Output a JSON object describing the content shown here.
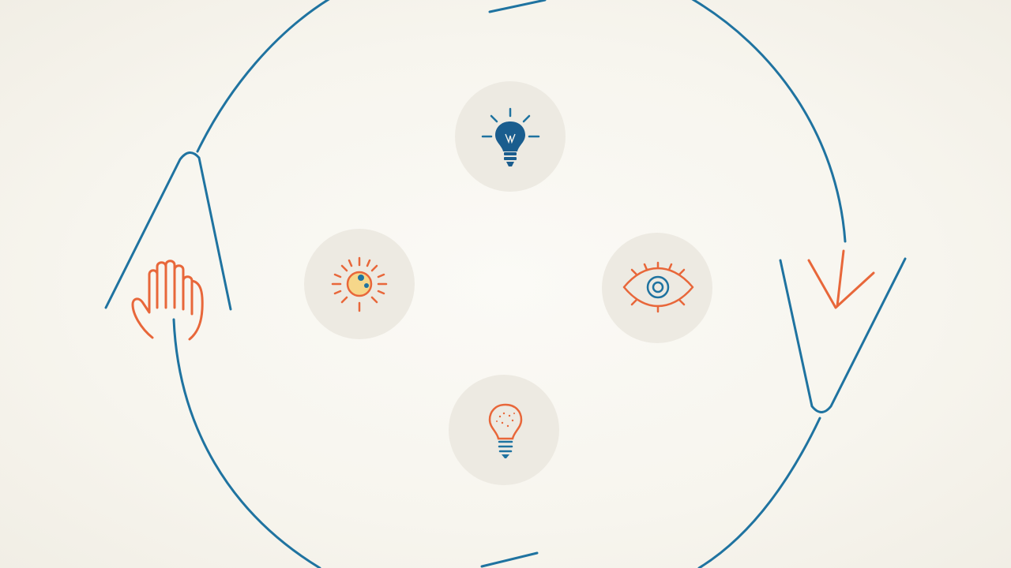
{
  "diagram": {
    "colors": {
      "background": "#f6f3ec",
      "cycle_line": "#1f73a0",
      "accent_orange": "#e8673a",
      "accent_blue": "#1a5d8e",
      "node_fill": "#edeae2",
      "sun_yellow": "#f6d78a"
    },
    "nodes": [
      {
        "name": "top-node",
        "icon": "lightbulb-filled-icon"
      },
      {
        "name": "left-node",
        "icon": "sun-icon"
      },
      {
        "name": "right-node",
        "icon": "eye-icon"
      },
      {
        "name": "bottom-node",
        "icon": "lightbulb-outline-icon"
      }
    ],
    "cycle_markers": [
      {
        "name": "left-marker",
        "icon": "hand-icon"
      },
      {
        "name": "right-marker",
        "icon": "down-arrow-icon"
      }
    ]
  }
}
